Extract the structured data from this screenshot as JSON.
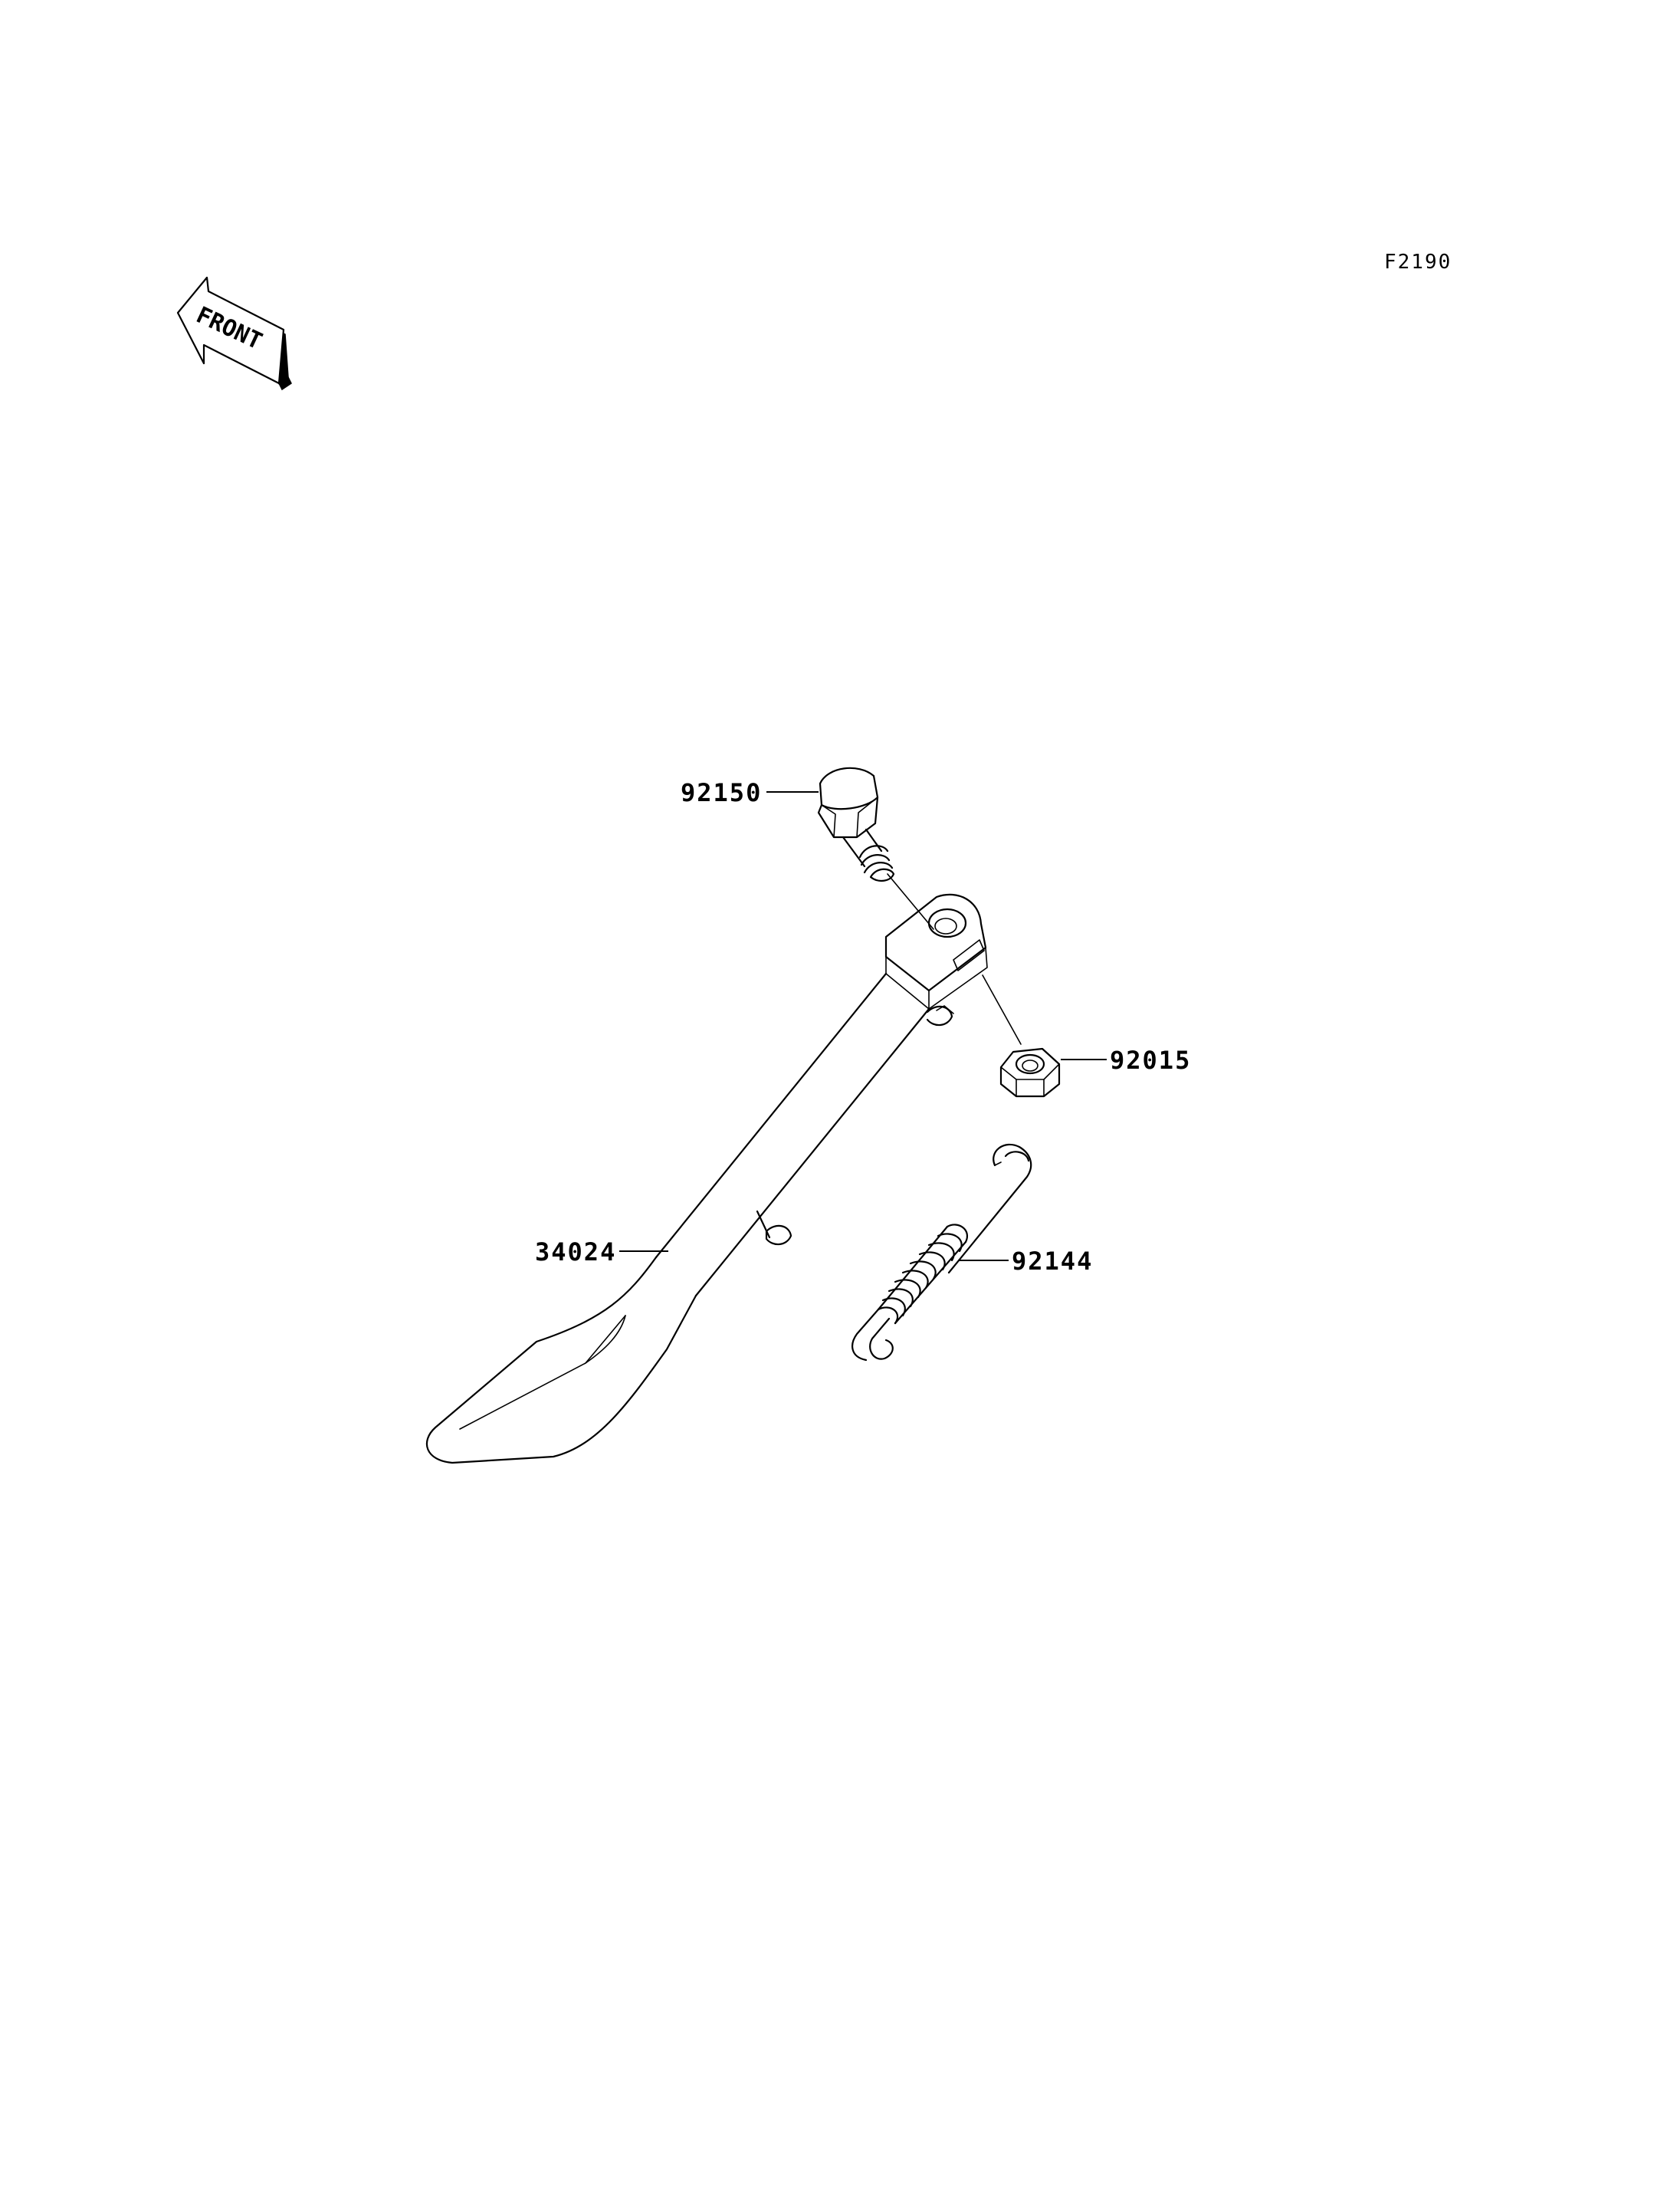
{
  "figure_code": "F2190",
  "front_indicator": {
    "label": "FRONT",
    "icon": "front-arrow-icon"
  },
  "parts": [
    {
      "id": "bolt",
      "number": "92150"
    },
    {
      "id": "nut",
      "number": "92015"
    },
    {
      "id": "side-stand",
      "number": "34024"
    },
    {
      "id": "spring",
      "number": "92144"
    }
  ],
  "colors": {
    "line": "#000000",
    "background": "#ffffff"
  }
}
